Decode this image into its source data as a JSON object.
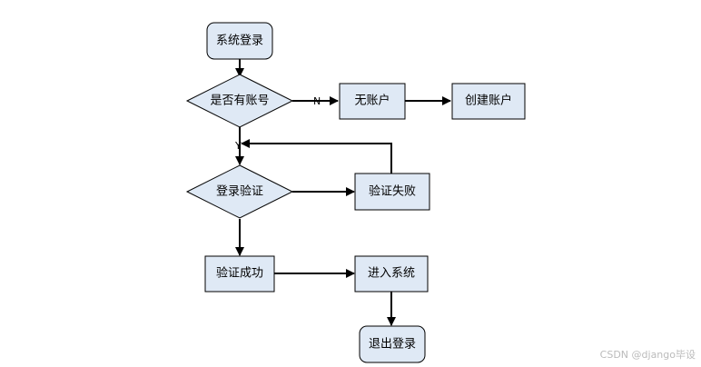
{
  "nodes": {
    "login": "系统登录",
    "has_account": "是否有账号",
    "no_account": "无账户",
    "create_account": "创建账户",
    "verify": "登录验证",
    "verify_fail": "验证失败",
    "verify_success": "验证成功",
    "enter_system": "进入系统",
    "logout": "退出登录"
  },
  "edge_labels": {
    "no": "N",
    "yes": "Y"
  },
  "watermark": "CSDN @django毕设"
}
